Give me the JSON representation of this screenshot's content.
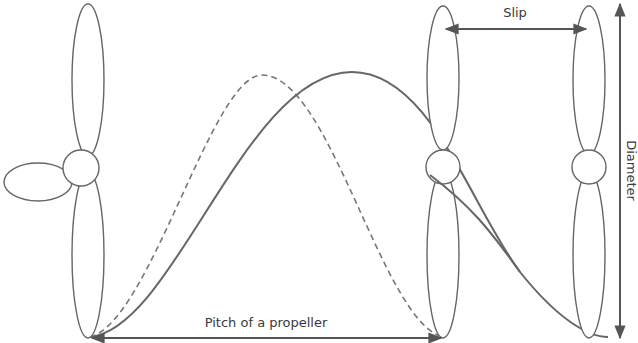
{
  "diagram": {
    "labels": [
      "Slip",
      "Diameter",
      "Pitch of a propeller"
    ]
  }
}
